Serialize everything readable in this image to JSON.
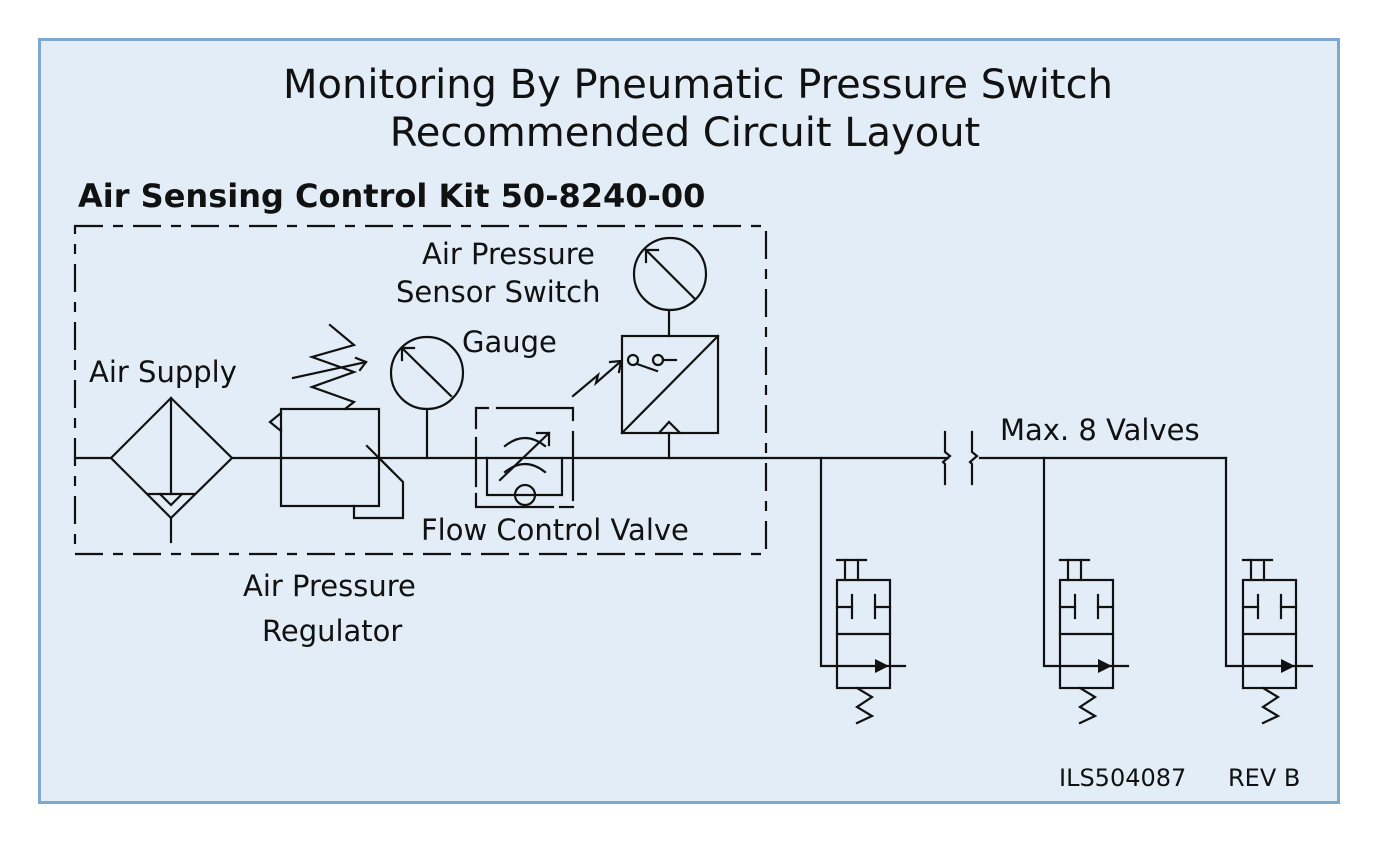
{
  "diagram": {
    "title_line1": "Monitoring By Pneumatic Pressure Switch",
    "title_line2": "Recommended Circuit Layout",
    "kit_label": "Air Sensing Control Kit 50-8240-00",
    "labels": {
      "air_supply": "Air Supply",
      "sensor_line1": "Air Pressure",
      "sensor_line2": "Sensor Switch",
      "gauge": "Gauge",
      "flow_control_valve": "Flow Control Valve",
      "regulator_line1": "Air Pressure",
      "regulator_line2": "Regulator",
      "max_valves": "Max. 8 Valves"
    },
    "drawing_number": "ILS504087",
    "revision": "REV B",
    "valve_count_shown": 3,
    "colors": {
      "background": "#e3edf7",
      "border": "#7fa8cf",
      "ink": "#111111"
    }
  }
}
